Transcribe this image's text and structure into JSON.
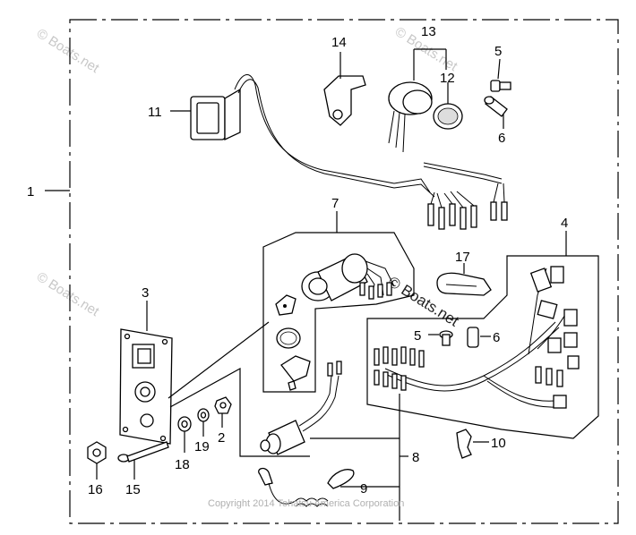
{
  "watermarks": {
    "top_left": "© Boats.net",
    "top_right": "© Boats.net",
    "mid_left": "© Boats.net",
    "center": "© Boats.net"
  },
  "copyright": "Copyright 2014 Tohatsu America Corporation",
  "callouts": {
    "c1": "1",
    "c2": "2",
    "c3": "3",
    "c4": "4",
    "c5a": "5",
    "c5b": "5",
    "c6a": "6",
    "c6b": "6",
    "c7": "7",
    "c8": "8",
    "c9": "9",
    "c10": "10",
    "c11": "11",
    "c12": "12",
    "c13": "13",
    "c14": "14",
    "c15": "15",
    "c16": "16",
    "c17": "17",
    "c18": "18",
    "c19": "19"
  }
}
